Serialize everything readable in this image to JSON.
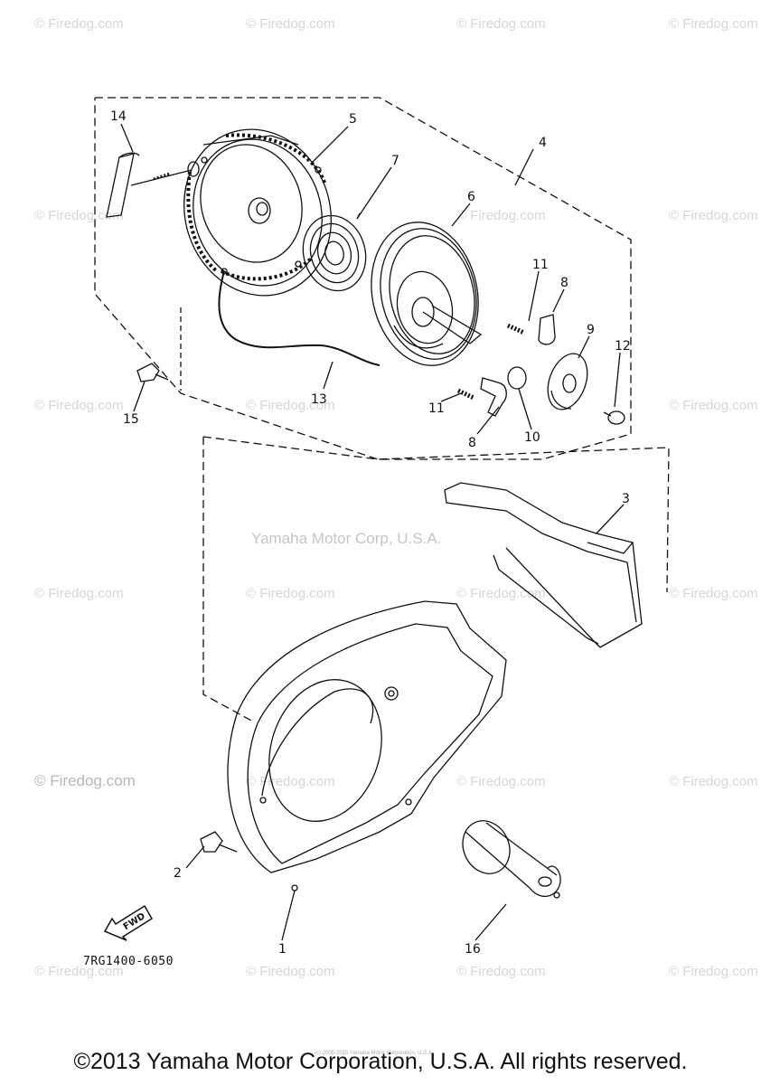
{
  "watermark": "© Firedog.com",
  "corp_watermark": "Yamaha Motor Corp, U.S.A.",
  "drawing_code": "7RG1400-6050",
  "fwd_label": "FWD",
  "fine_print": "(c) 2005-2015 Yamaha Motor Corporation, U.S.A.",
  "copyright": "©2013 Yamaha Motor Corporation, U.S.A. All rights reserved.",
  "callouts": {
    "c1": "1",
    "c2": "2",
    "c3": "3",
    "c4": "4",
    "c5": "5",
    "c6": "6",
    "c7": "7",
    "c8a": "8",
    "c8b": "8",
    "c9": "9",
    "c10": "10",
    "c11a": "11",
    "c11b": "11",
    "c12": "12",
    "c13": "13",
    "c14": "14",
    "c15": "15",
    "c16": "16"
  }
}
